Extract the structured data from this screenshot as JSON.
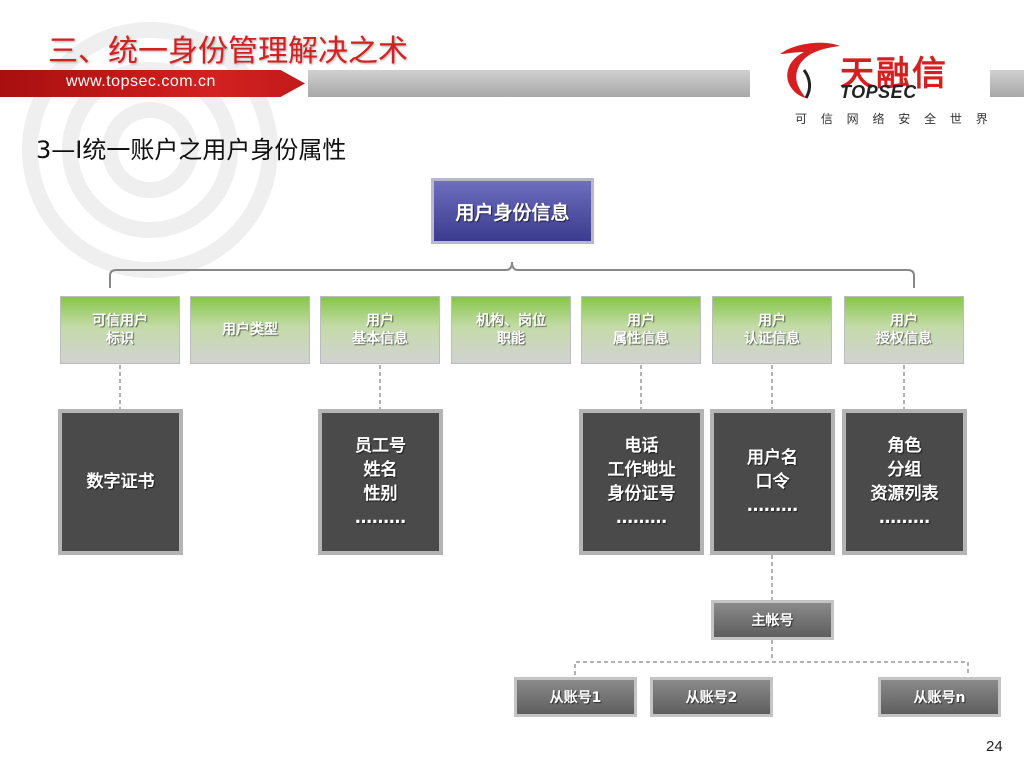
{
  "header": {
    "title": "三、统一身份管理解决之术",
    "url": "www.topsec.com.cn"
  },
  "logo": {
    "name_cn": "天融信",
    "name_en": "TOPSEC",
    "slogan": "可 信 网 络    安 全 世 界"
  },
  "subtitle": "3—Ⅰ统一账户之用户身份属性",
  "diagram": {
    "root": "用户身份信息",
    "categories": [
      {
        "label": "可信用户\n标识"
      },
      {
        "label": "用户类型"
      },
      {
        "label": "用户\n基本信息"
      },
      {
        "label": "机构、岗位\n职能"
      },
      {
        "label": "用户\n属性信息"
      },
      {
        "label": "用户\n认证信息"
      },
      {
        "label": "用户\n授权信息"
      }
    ],
    "details": [
      {
        "label": "数字证书"
      },
      {
        "label": "员工号\n姓名\n性别\n………"
      },
      {
        "label": "电话\n工作地址\n身份证号\n………"
      },
      {
        "label": "用户名\n口令\n………"
      },
      {
        "label": "角色\n分组\n资源列表\n………"
      }
    ],
    "main_account": "主帐号",
    "sub_accounts": [
      {
        "label": "从账号1"
      },
      {
        "label": "从账号2"
      },
      {
        "label": "从账号n"
      }
    ]
  },
  "colors": {
    "title_red": "#d42020",
    "root_blue": "#3b3b8f",
    "category_green": "#86c64a",
    "detail_dark": "#4a4a4a"
  },
  "page_number": "24"
}
